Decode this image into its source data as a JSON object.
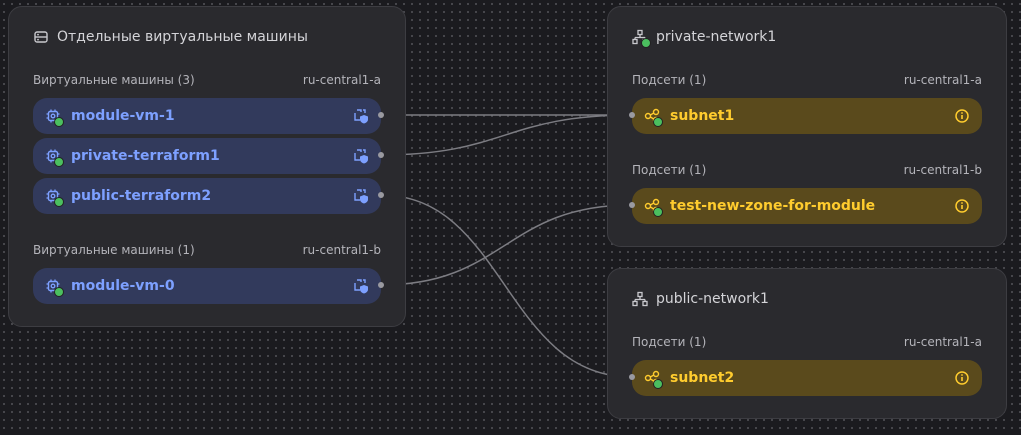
{
  "vm_group": {
    "title": "Отдельные виртуальные машины",
    "sections": [
      {
        "header": "Виртуальные машины (3)",
        "zone": "ru-central1-a",
        "items": [
          "module-vm-1",
          "private-terraform1",
          "public-terraform2"
        ]
      },
      {
        "header": "Виртуальные машины (1)",
        "zone": "ru-central1-b",
        "items": [
          "module-vm-0"
        ]
      }
    ]
  },
  "networks": [
    {
      "title": "private-network1",
      "sections": [
        {
          "header": "Подсети (1)",
          "zone": "ru-central1-a",
          "items": [
            "subnet1"
          ]
        },
        {
          "header": "Подсети (1)",
          "zone": "ru-central1-b",
          "items": [
            "test-new-zone-for-module"
          ]
        }
      ]
    },
    {
      "title": "public-network1",
      "sections": [
        {
          "header": "Подсети (1)",
          "zone": "ru-central1-a",
          "items": [
            "subnet2"
          ]
        }
      ]
    }
  ],
  "colors": {
    "vm_text": "#7da0ff",
    "subnet_text": "#ffcc2e",
    "status_ok": "#4bbf5f",
    "link": "#8a8a90"
  }
}
